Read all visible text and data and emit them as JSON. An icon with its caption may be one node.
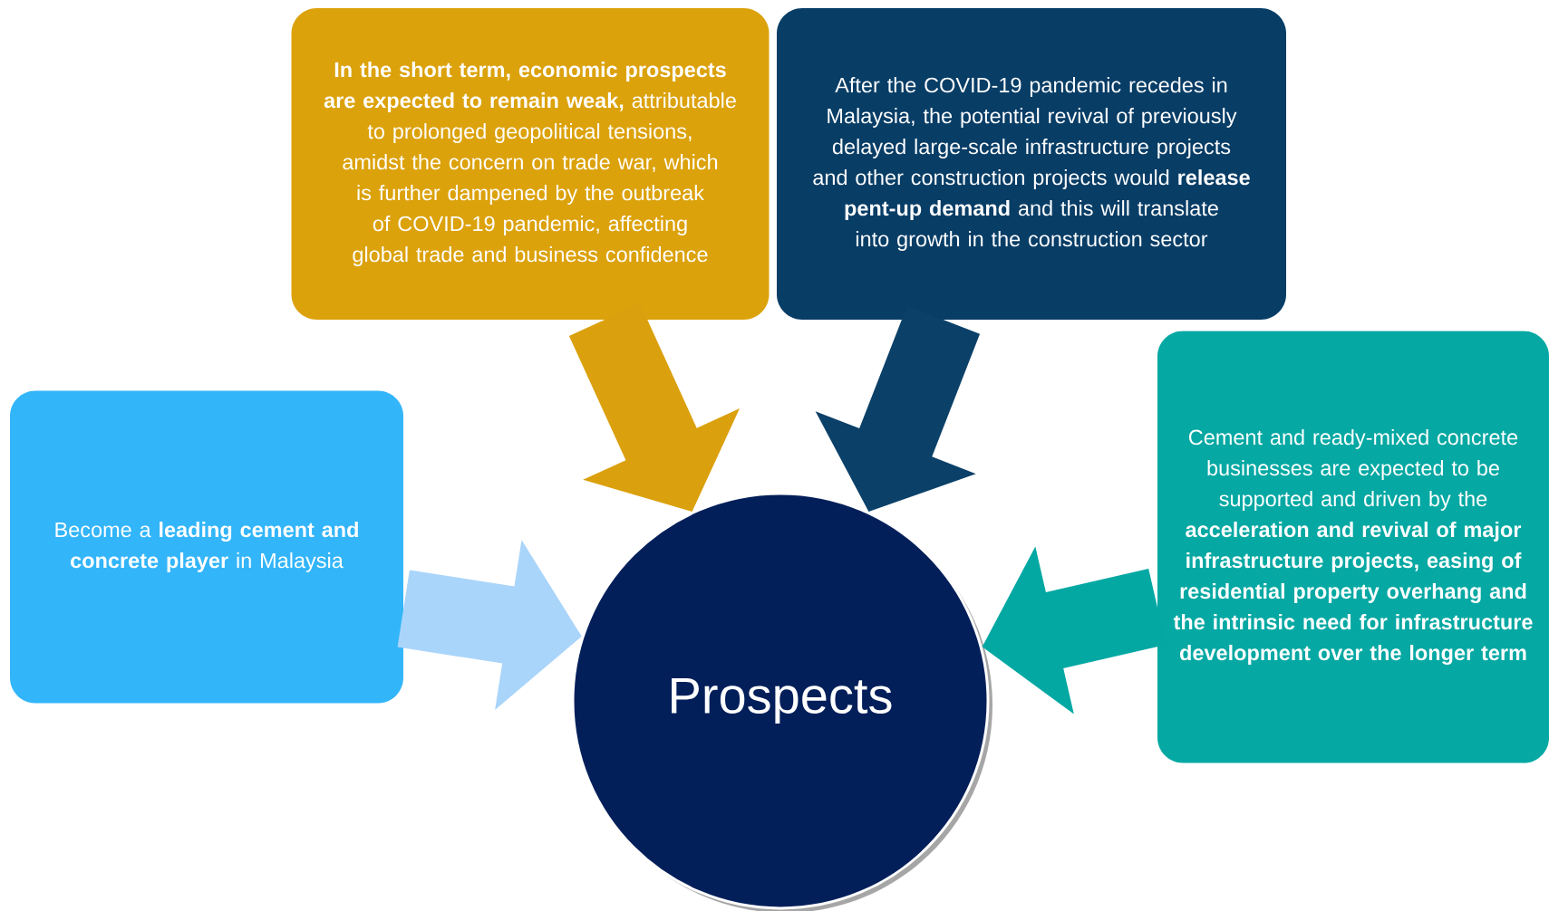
{
  "diagram": {
    "nodes": [
      {
        "text": [
          "**In the short term, economic prospects are expected to remain weak,** attributable to prolonged geopolitical tensions, amidst the concern on trade war, which is further dampened by the outbreak of COVID-19 pandemic, affecting global trade and business confidence"
        ]
      },
      {
        "text": [
          "After the COVID-19 pandemic recedes in Malaysia, the potential revival of previously delayed large-scale infrastructure projects and other construction projects would **release pent-up demand** and this will translate into growth in the construction sector"
        ]
      },
      {
        "text": [
          "Become a **leading cement and concrete player** in Malaysia"
        ]
      },
      {
        "text": [
          "Prospects"
        ]
      },
      {
        "text": [
          "Cement and ready-mixed concrete businesses are expected to be supported and driven by the **acceleration and revival of major infrastructure projects, easing of residential property overhang and the intrinsic need for infrastructure development over the longer term**"
        ]
      }
    ],
    "edges": [
      {
        "from": 0,
        "to": 3,
        "arrow": "to",
        "color": "#dba00d"
      },
      {
        "from": 1,
        "to": 3,
        "arrow": "to",
        "color": "#0b4068"
      },
      {
        "from": 2,
        "to": 3,
        "arrow": "to",
        "color": "#aad5fb"
      },
      {
        "from": 4,
        "to": 3,
        "arrow": "to",
        "color": "#03a8a3"
      }
    ]
  }
}
